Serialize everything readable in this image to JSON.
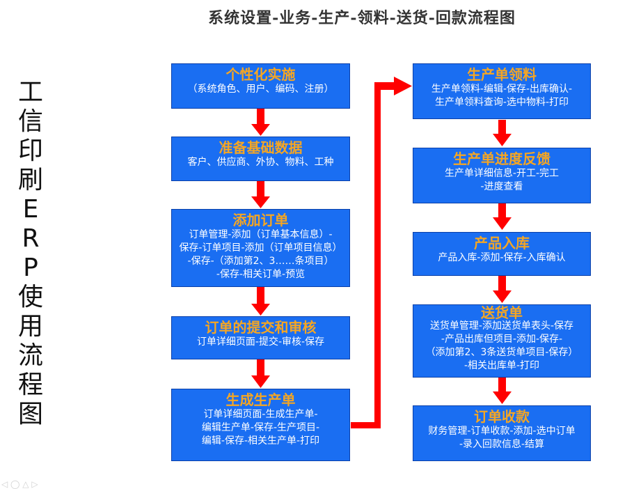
{
  "title": "系统设置-业务-生产-领料-送货-回款流程图",
  "side_title": [
    "工",
    "信",
    "印",
    "刷",
    "E",
    "R",
    "P",
    "使",
    "用",
    "流",
    "程",
    "图"
  ],
  "left_column": [
    {
      "head": "个性化实施",
      "lines": [
        "（系统角色、用户、编码、注册）"
      ]
    },
    {
      "head": "准备基础数据",
      "lines": [
        "客户、供应商、外协、物料、工种"
      ]
    },
    {
      "head": "添加订单",
      "lines": [
        "订单管理-添加（订单基本信息）-",
        "保存-订单项目-添加（订单项目信息）",
        "-保存-（添加第2、3……条项目）",
        "-保存-相关订单-预览"
      ]
    },
    {
      "head": "订单的提交和审核",
      "lines": [
        "订单详细页面-提交-审核-保存"
      ]
    },
    {
      "head": "生成生产单",
      "lines": [
        "订单详细页面-生成生产单-",
        "编辑生产单-保存-生产项目-",
        "编辑-保存-相关生产单-打印"
      ]
    }
  ],
  "right_column": [
    {
      "head": "生产单领料",
      "lines": [
        "生产单领料-编辑-保存-出库确认-",
        "生产单领料查询-选中物料-打印"
      ]
    },
    {
      "head": "生产单进度反馈",
      "lines": [
        "生产单详细信息-开工-完工",
        "-进度查看"
      ]
    },
    {
      "head": "产品入库",
      "lines": [
        "产品入库-添加-保存-入库确认"
      ]
    },
    {
      "head": "送货单",
      "lines": [
        "送货单管理-添加送货单表头-保存",
        "-产品出库但项目-添加-保存-",
        "（添加第2、3条送货单项目-保存）",
        "-相关出库单-打印"
      ]
    },
    {
      "head": "订单收款",
      "lines": [
        "财务管理-订单收款-添加-选中订单",
        "-录入回款信息-结算"
      ]
    }
  ],
  "colors": {
    "box_fill": "#1a6ef2",
    "box_border": "#0a3fa8",
    "heading": "#f5a623",
    "arrow": "#ff0000",
    "text": "#ffffff"
  }
}
